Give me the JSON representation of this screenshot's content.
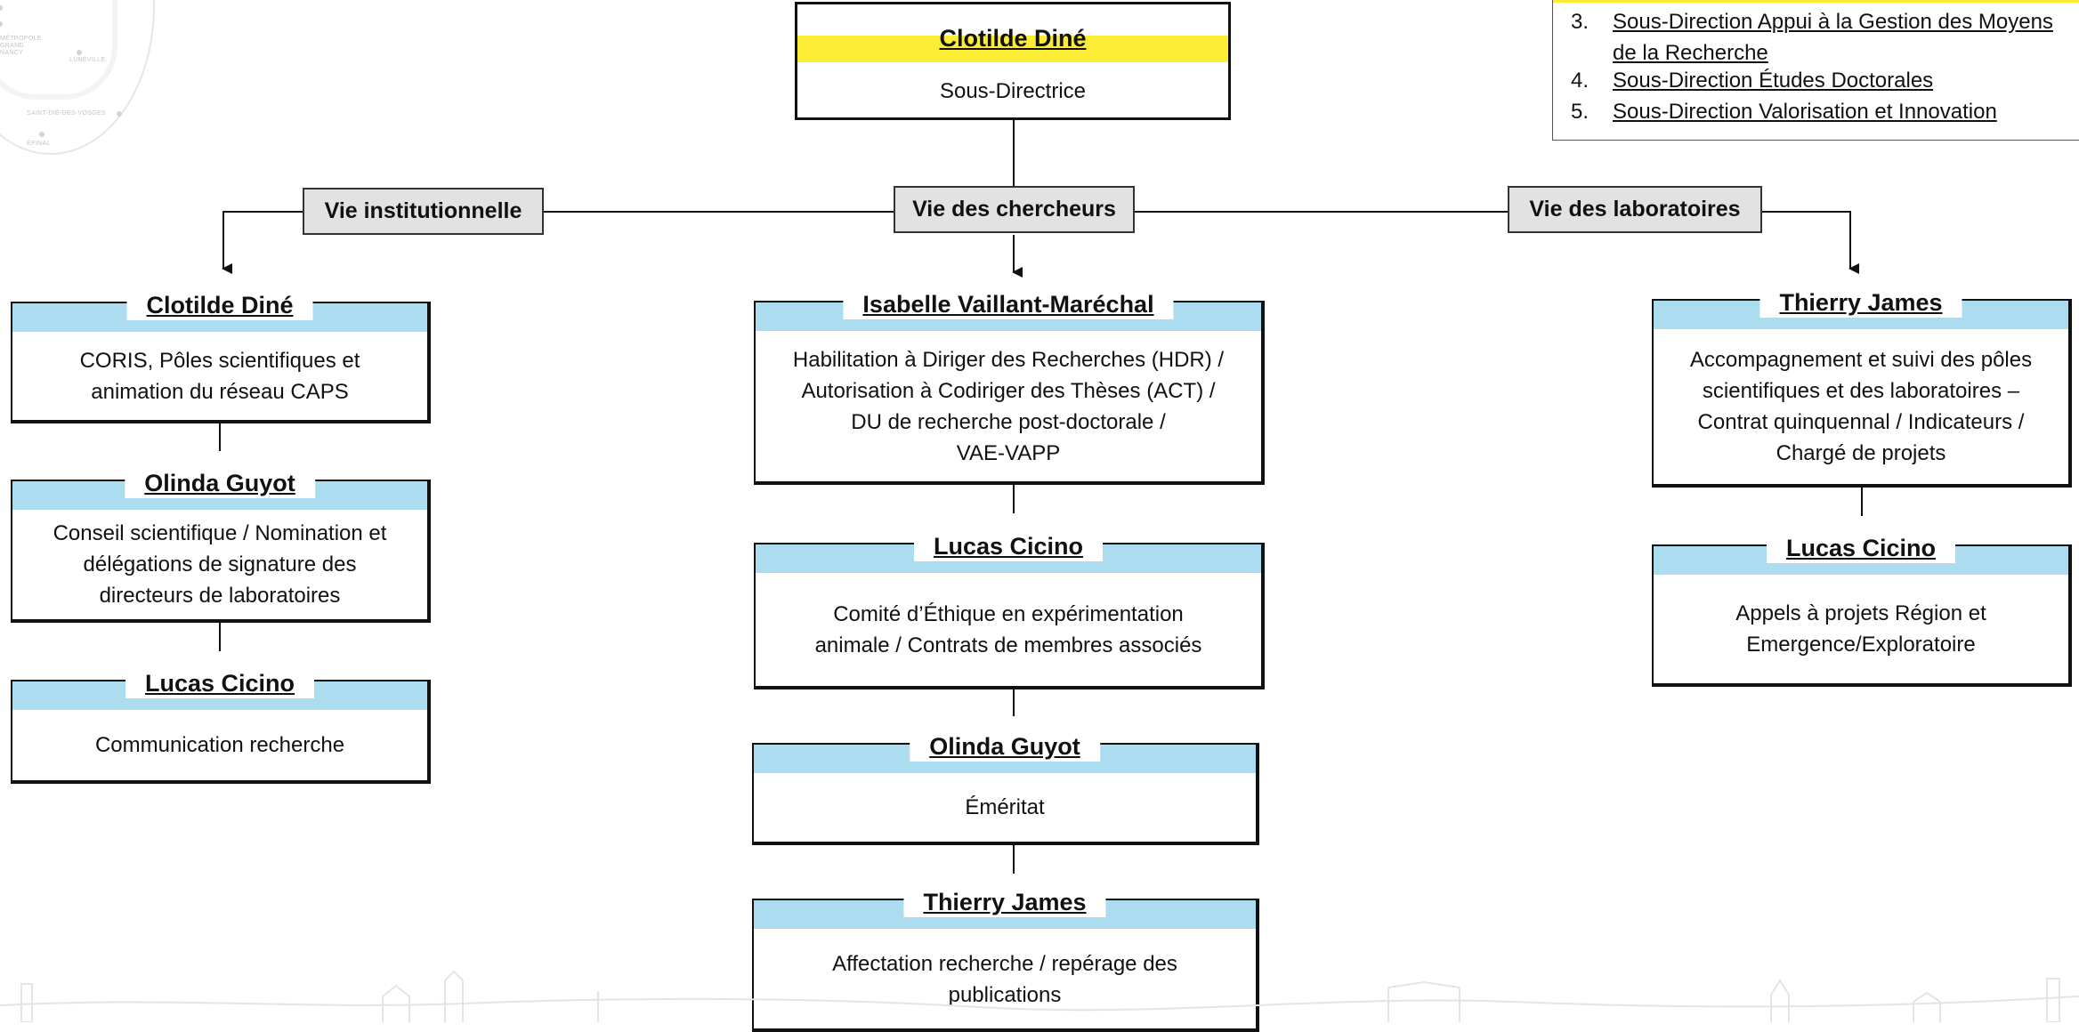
{
  "logo": {
    "labels": [
      "MÉTROPOLE GRAND NANCY",
      "LUNÉVILLE",
      "SAINT-DIÉ-DES-VOSGES",
      "ÉPINAL"
    ]
  },
  "top": {
    "name": "Clotilde Diné",
    "role": "Sous-Directrice"
  },
  "directions_list": [
    {
      "num": "3.",
      "text": "Sous-Direction Appui à la Gestion des Moyens"
    },
    {
      "num": "",
      "text": "de la Recherche "
    },
    {
      "num": "4.",
      "text": "Sous-Direction Études Doctorales "
    },
    {
      "num": "5.",
      "text": "Sous-Direction Valorisation et Innovation"
    }
  ],
  "categories": {
    "left": "Vie institutionnelle",
    "center": "Vie des chercheurs",
    "right": "Vie des laboratoires"
  },
  "columns": {
    "left": [
      {
        "name": "Clotilde Diné",
        "desc": "CORIS, Pôles scientifiques et\nanimation du réseau CAPS"
      },
      {
        "name": "Olinda Guyot",
        "desc": "Conseil scientifique / Nomination et\ndélégations de signature des\ndirecteurs de laboratoires"
      },
      {
        "name": "Lucas Cicino",
        "desc": "Communication recherche"
      }
    ],
    "center": [
      {
        "name": "Isabelle Vaillant-Maréchal",
        "desc": "Habilitation à Diriger des Recherches (HDR) /\nAutorisation à Codiriger des Thèses (ACT) /\nDU de recherche post-doctorale /\nVAE-VAPP"
      },
      {
        "name": "Lucas Cicino",
        "desc": "Comité d’Éthique en expérimentation\nanimale / Contrats de membres associés"
      },
      {
        "name": "Olinda Guyot",
        "desc": "Éméritat"
      },
      {
        "name": "Thierry James",
        "desc": "Affectation recherche / repérage des\npublications"
      }
    ],
    "right": [
      {
        "name": "Thierry James",
        "desc": "Accompagnement et suivi des pôles\nscientifiques et des laboratoires –\nContrat quinquennal / Indicateurs /\nChargé de projets"
      },
      {
        "name": "Lucas Cicino",
        "desc": "Appels à projets Région et\nEmergence/Exploratoire"
      }
    ]
  },
  "colors": {
    "highlight_yellow": "#fbec35",
    "band_blue": "#acdcef",
    "category_grey": "#e2e2e2"
  }
}
